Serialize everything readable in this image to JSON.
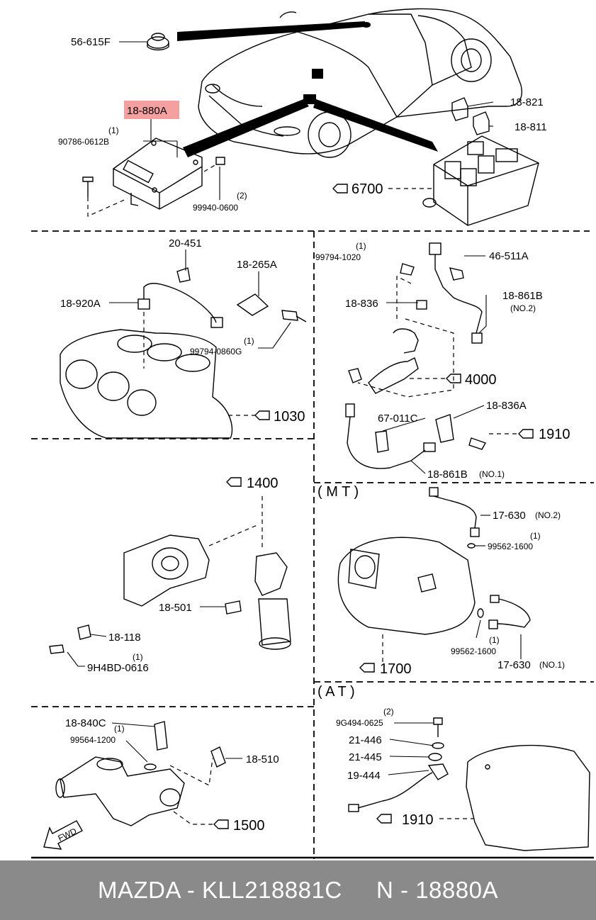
{
  "highlight_color": "#f4a0a0",
  "footer": {
    "text": "MAZDA - KLL218881C     N - 18880A",
    "background": "#8a8a8a"
  },
  "labels": {
    "p56615f": "56-615F",
    "p18880a": "18-880A",
    "p90786": "90786-0612B",
    "p90786_qty": "(1)",
    "p99940": "99940-0600",
    "p99940_qty": "(2)",
    "p18821": "18-821",
    "p18811": "18-811",
    "ref6700": "6700",
    "p20451": "20-451",
    "p18265a": "18-265A",
    "p18920a": "18-920A",
    "p99794_0860g": "99794-0860G",
    "p99794_0860g_qty": "(1)",
    "ref1030": "1030",
    "p99794_1020": "99794-1020",
    "p99794_1020_qty": "(1)",
    "p46511a": "46-511A",
    "p18836": "18-836",
    "p18861b_top": "18-861B",
    "no2_a": "(NO.2)",
    "ref4000": "4000",
    "p67011c": "67-011C",
    "p18836a": "18-836A",
    "ref1910_a": "1910",
    "p18861b_bot": "18-861B",
    "no1_a": "(NO.1)",
    "ref1400": "1400",
    "p18501": "18-501",
    "p18118": "18-118",
    "p9h4bd": "9H4BD-0616",
    "p9h4bd_qty": "(1)",
    "mt": "( M T )",
    "p17630_top": "17-630",
    "no2_b": "(NO.2)",
    "p99562_top": "99562-1600",
    "p99562_top_qty": "(1)",
    "p99562_bot": "99562-1600",
    "p99562_bot_qty": "(1)",
    "p17630_bot": "17-630",
    "no1_b": "(NO.1)",
    "ref1700": "1700",
    "at": "( A T )",
    "p18840c": "18-840C",
    "p18840c_qty": "(1)",
    "p99564": "99564-1200",
    "p18510": "18-510",
    "ref1500": "1500",
    "fwd": "FWD",
    "p9g494": "9G494-0625",
    "p9g494_qty": "(2)",
    "p21446": "21-446",
    "p21445": "21-445",
    "p19444": "19-444",
    "ref1910_b": "1910"
  }
}
